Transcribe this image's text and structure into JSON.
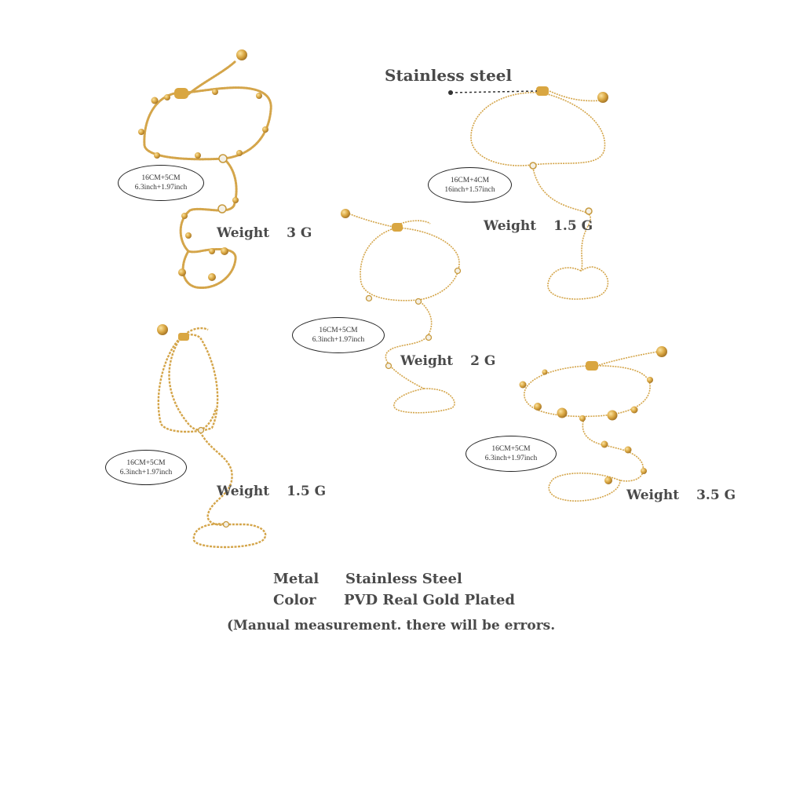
{
  "callout": {
    "label": "Stainless steel"
  },
  "bracelets": [
    {
      "size_cm": "16CM+5CM",
      "size_inch": "6.3inch+1.97inch",
      "weight_label": "Weight",
      "weight_value": "3 G"
    },
    {
      "size_cm": "16CM+4CM",
      "size_inch": "16inch+1.57inch",
      "weight_label": "Weight",
      "weight_value": "1.5 G"
    },
    {
      "size_cm": "16CM+5CM",
      "size_inch": "6.3inch+1.97inch",
      "weight_label": "Weight",
      "weight_value": "2 G"
    },
    {
      "size_cm": "16CM+5CM",
      "size_inch": "6.3inch+1.97inch",
      "weight_label": "Weight",
      "weight_value": "1.5 G"
    },
    {
      "size_cm": "16CM+5CM",
      "size_inch": "6.3inch+1.97inch",
      "weight_label": "Weight",
      "weight_value": "3.5 G"
    }
  ],
  "specs": {
    "metal_label": "Metal",
    "metal_value": "Stainless Steel",
    "color_label": "Color",
    "color_value": "PVD Real Gold Plated",
    "note": "(Manual measurement. there will be errors."
  },
  "colors": {
    "gold": "#d4a54a",
    "gold_dark": "#b8862e",
    "text": "#4a4a4a"
  }
}
